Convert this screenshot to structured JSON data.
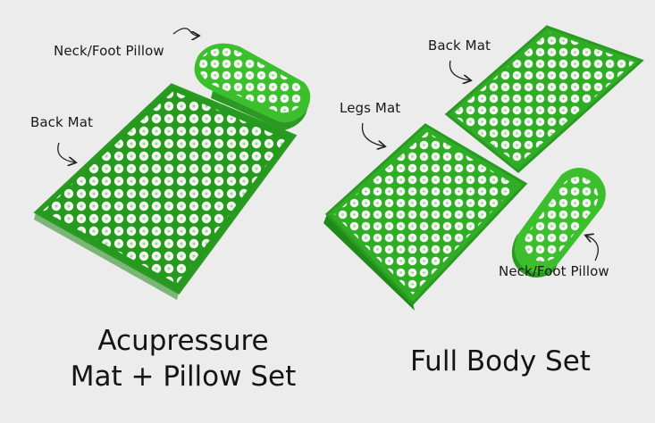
{
  "left_set": {
    "pillow_label": "Neck/Foot Pillow",
    "mat_label": "Back Mat",
    "title_line1": "Acupressure",
    "title_line2": "Mat + Pillow Set"
  },
  "right_set": {
    "back_mat_label": "Back Mat",
    "legs_mat_label": "Legs Mat",
    "pillow_label": "Neck/Foot Pillow",
    "title": "Full Body Set"
  },
  "colors": {
    "background": "#ececec",
    "mat_green": "#3cbf2c",
    "mat_dark_green": "#2a9a22",
    "spike_white": "#f4f7f2"
  }
}
